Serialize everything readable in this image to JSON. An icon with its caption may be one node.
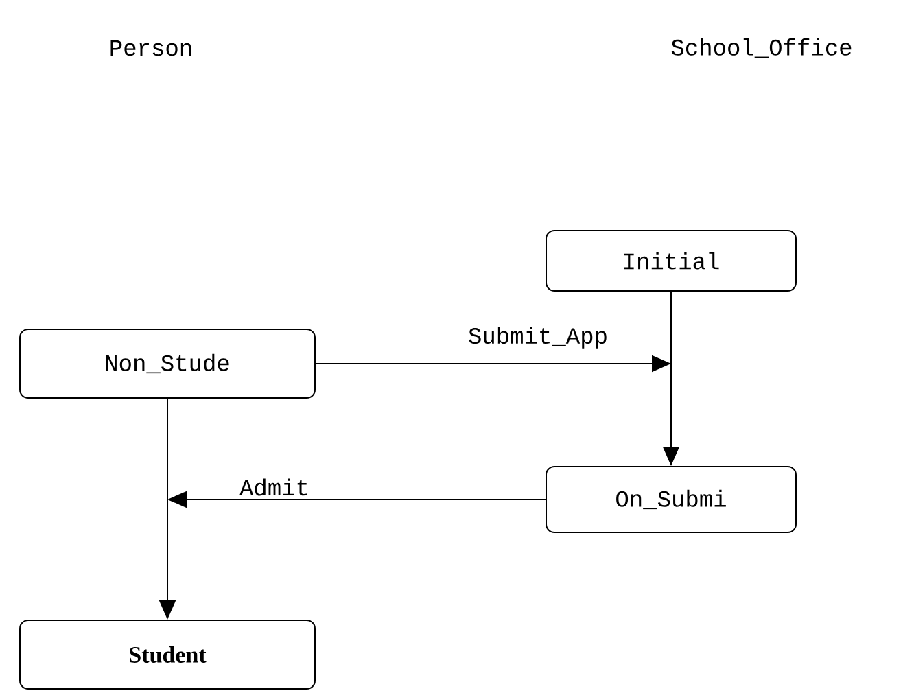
{
  "diagram": {
    "nodes": [
      {
        "text": [
          "Initial"
        ]
      },
      {
        "text": [
          "Non_Stude"
        ]
      },
      {
        "text": [
          "On_Submi"
        ]
      },
      {
        "text": [
          "Student"
        ]
      }
    ],
    "edges": [
      {
        "from": 0,
        "to": 2,
        "arrow": "to"
      },
      {
        "from": 1,
        "to": 3,
        "arrow": "to"
      },
      {
        "from": 1,
        "to": null,
        "arrow": "to",
        "label": "Submit_App"
      },
      {
        "from": 2,
        "to": null,
        "arrow": "to",
        "label": "Admit"
      }
    ],
    "labels": [
      "Person",
      "School_Office"
    ]
  }
}
